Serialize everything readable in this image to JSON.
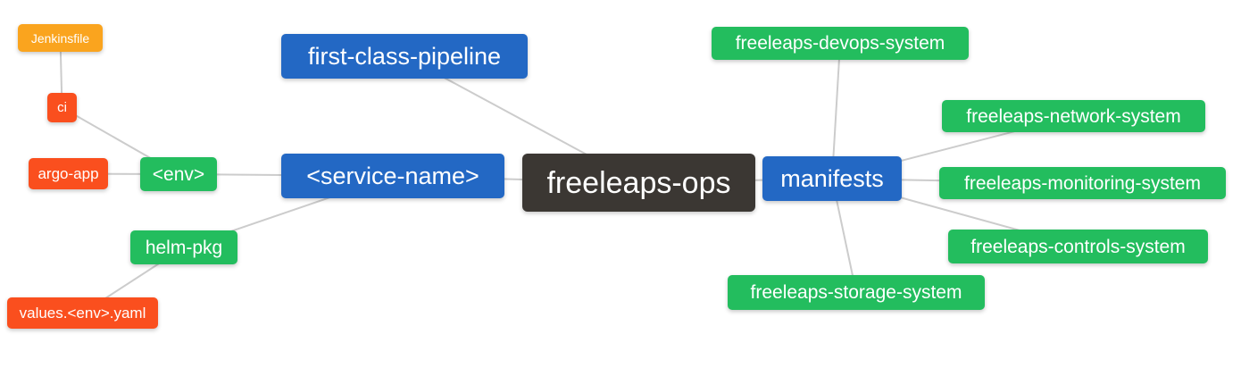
{
  "palette": {
    "root_bg": "#3B3733",
    "branch_bg": "#2368C4",
    "leaf_bg": "#23BD5E",
    "alert_bg": "#FA4F1E",
    "file_bg": "#FAA41E",
    "edge": "#CCCCCC",
    "canvas_bg": "#FFFFFF",
    "label_text": "#FFFFFF"
  },
  "nodes": {
    "root": {
      "label": "freeleaps-ops"
    },
    "first_class_pipeline": {
      "label": "first-class-pipeline"
    },
    "service_name": {
      "label": "<service-name>"
    },
    "manifests": {
      "label": "manifests"
    },
    "env": {
      "label": "<env>"
    },
    "helm_pkg": {
      "label": "helm-pkg"
    },
    "ci": {
      "label": "ci"
    },
    "argo_app": {
      "label": "argo-app"
    },
    "jenkinsfile": {
      "label": "Jenkinsfile"
    },
    "values_env_yaml": {
      "label": "values.<env>.yaml"
    },
    "devops_system": {
      "label": "freeleaps-devops-system"
    },
    "network_system": {
      "label": "freeleaps-network-system"
    },
    "monitoring_system": {
      "label": "freeleaps-monitoring-system"
    },
    "controls_system": {
      "label": "freeleaps-controls-system"
    },
    "storage_system": {
      "label": "freeleaps-storage-system"
    }
  },
  "edges": [
    [
      "jenkinsfile",
      "ci"
    ],
    [
      "ci",
      "env"
    ],
    [
      "argo_app",
      "env"
    ],
    [
      "env",
      "service_name"
    ],
    [
      "helm_pkg",
      "service_name"
    ],
    [
      "values_env_yaml",
      "helm_pkg"
    ],
    [
      "first_class_pipeline",
      "root"
    ],
    [
      "service_name",
      "root"
    ],
    [
      "root",
      "manifests"
    ],
    [
      "manifests",
      "devops_system"
    ],
    [
      "manifests",
      "network_system"
    ],
    [
      "manifests",
      "monitoring_system"
    ],
    [
      "manifests",
      "controls_system"
    ],
    [
      "manifests",
      "storage_system"
    ]
  ]
}
